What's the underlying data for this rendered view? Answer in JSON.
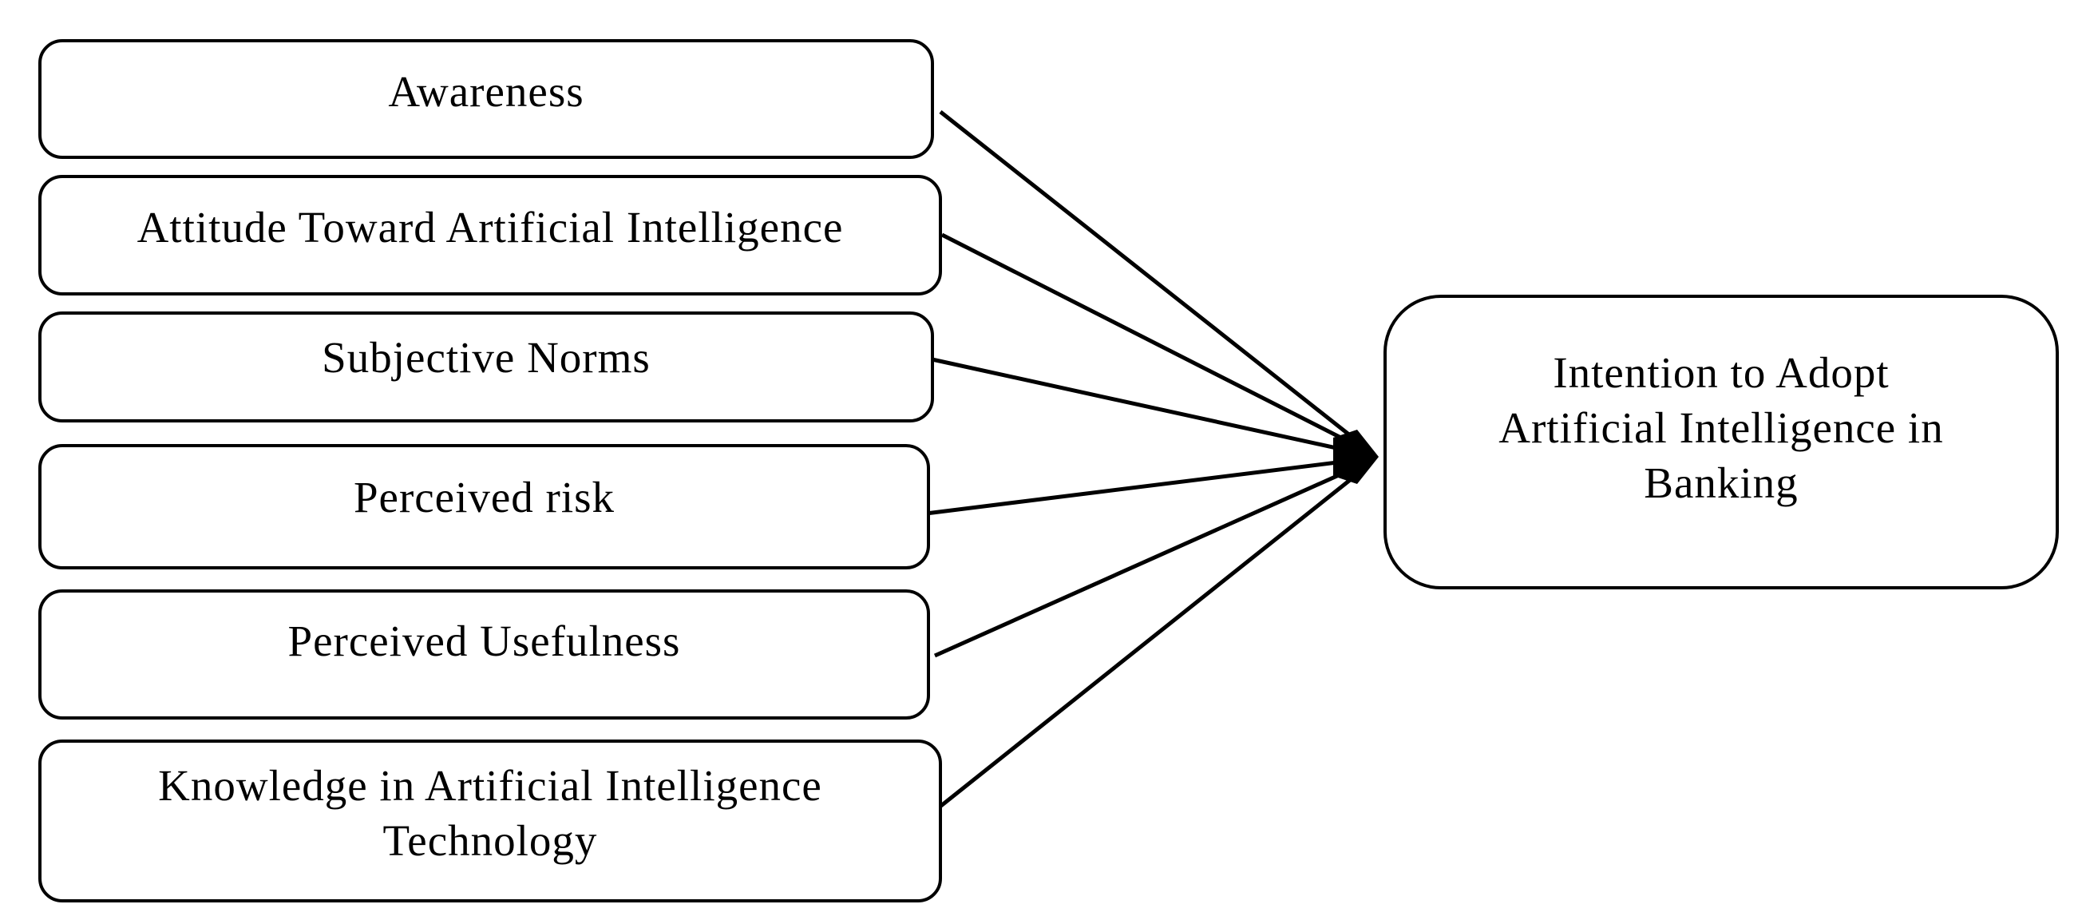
{
  "factors": [
    {
      "id": "awareness",
      "label": "Awareness"
    },
    {
      "id": "attitude",
      "label": "Attitude Toward Artificial Intelligence"
    },
    {
      "id": "subjective-norms",
      "label": "Subjective Norms"
    },
    {
      "id": "perceived-risk",
      "label": "Perceived risk"
    },
    {
      "id": "perceived-usefulness",
      "label": "Perceived Usefulness"
    },
    {
      "id": "knowledge",
      "label": "Knowledge in Artificial Intelligence\nTechnology"
    }
  ],
  "outcome": {
    "label": "Intention to Adopt\nArtificial Intelligence in\nBanking"
  },
  "edges": [
    {
      "from": "awareness",
      "to": "outcome"
    },
    {
      "from": "attitude",
      "to": "outcome"
    },
    {
      "from": "subjective-norms",
      "to": "outcome"
    },
    {
      "from": "perceived-risk",
      "to": "outcome"
    },
    {
      "from": "perceived-usefulness",
      "to": "outcome"
    },
    {
      "from": "knowledge",
      "to": "outcome"
    }
  ],
  "colors": {
    "line": "#000000",
    "background": "#ffffff"
  }
}
